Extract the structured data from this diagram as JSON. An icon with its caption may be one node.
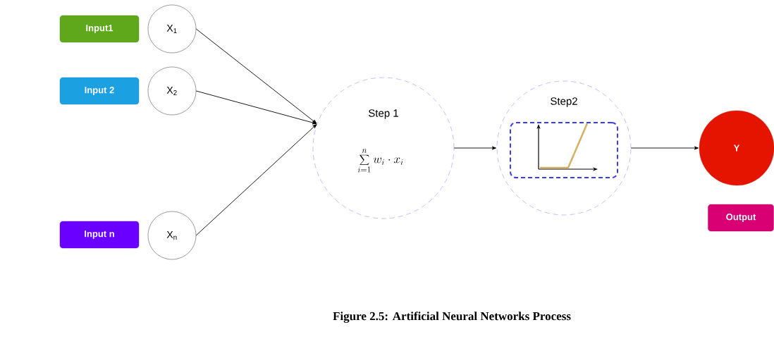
{
  "diagram": {
    "caption": "Figure 2.5: Artificial Neural Networks Process",
    "nodes": [
      {
        "text": [
          "Input1"
        ]
      },
      {
        "text": [
          "Input 2"
        ]
      },
      {
        "text": [
          "Input n"
        ]
      },
      {
        "text": [
          "X$_{1}$"
        ]
      },
      {
        "text": [
          "X$_{2}$"
        ]
      },
      {
        "text": [
          "X$_{n}$"
        ]
      },
      {
        "text": [
          "Step 1",
          "\\sum_{i=1}^{n} w_{i}\\cdot x_{i}"
        ]
      },
      {
        "text": [
          "Step2"
        ]
      },
      {
        "text": [],
        "shape": "box",
        "in": 7
      },
      {
        "text": [
          "Y"
        ]
      },
      {
        "text": [
          "Output"
        ]
      }
    ],
    "edges": [
      {
        "from": 3,
        "to": 6,
        "arrow": "to"
      },
      {
        "from": 4,
        "to": 6,
        "arrow": "to"
      },
      {
        "from": 5,
        "to": 6,
        "arrow": "to"
      },
      {
        "from": 6,
        "to": 7,
        "arrow": "to"
      },
      {
        "from": 7,
        "to": 9,
        "arrow": "to"
      }
    ]
  }
}
